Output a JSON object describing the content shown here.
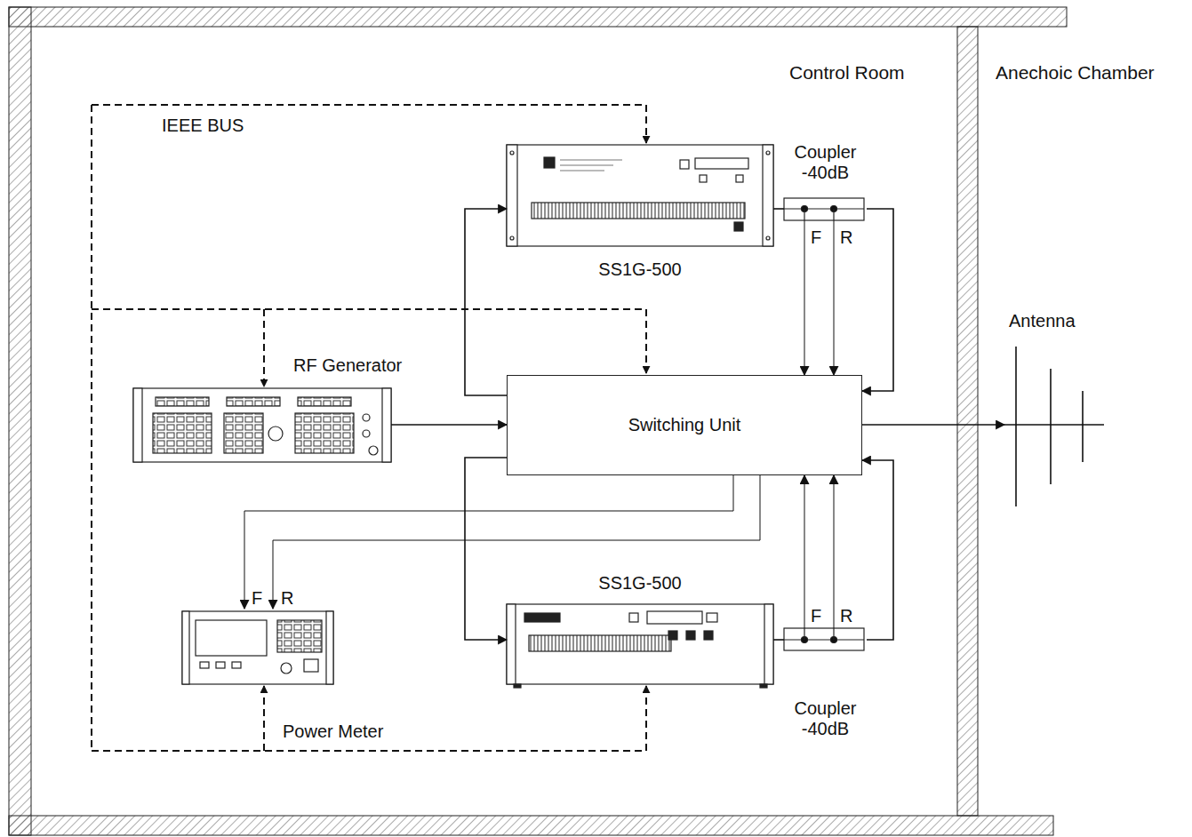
{
  "diagram": {
    "nodes": [
      {
        "text": [
          "Control Room"
        ]
      },
      {
        "text": [
          "Anechoic Chamber"
        ]
      },
      {
        "text": [
          "SS1G-500"
        ],
        "in": 0
      },
      {
        "text": [
          "Coupler -40dB"
        ],
        "in": 0
      },
      {
        "text": [
          "RF Generator"
        ],
        "in": 0
      },
      {
        "text": [
          "Switching Unit"
        ],
        "in": 0
      },
      {
        "text": [
          "Power Meter"
        ],
        "in": 0
      },
      {
        "text": [
          "SS1G-500"
        ],
        "in": 0
      },
      {
        "text": [
          "Coupler -40dB"
        ],
        "in": 0
      },
      {
        "text": [
          "Antenna"
        ],
        "in": 1
      }
    ],
    "edges": [
      {
        "from": 4,
        "to": 5,
        "arrow": "to"
      },
      {
        "from": 5,
        "to": 2,
        "arrow": "to"
      },
      {
        "from": 2,
        "to": 3,
        "arrow": "none"
      },
      {
        "from": 3,
        "to": 5,
        "arrow": "to"
      },
      {
        "from": 3,
        "to": 5,
        "arrow": "to"
      },
      {
        "from": 3,
        "to": 5,
        "arrow": "to"
      },
      {
        "from": 5,
        "to": 7,
        "arrow": "to"
      },
      {
        "from": 7,
        "to": 8,
        "arrow": "none"
      },
      {
        "from": 8,
        "to": 5,
        "arrow": "to"
      },
      {
        "from": 8,
        "to": 5,
        "arrow": "to"
      },
      {
        "from": 8,
        "to": 5,
        "arrow": "to"
      },
      {
        "from": 5,
        "to": 6,
        "arrow": "to"
      },
      {
        "from": 5,
        "to": 6,
        "arrow": "to"
      },
      {
        "from": 5,
        "to": 9,
        "arrow": "to"
      }
    ],
    "labels": [
      "IEEE BUS",
      "F",
      "R",
      "F",
      "R",
      "F",
      "R"
    ]
  }
}
